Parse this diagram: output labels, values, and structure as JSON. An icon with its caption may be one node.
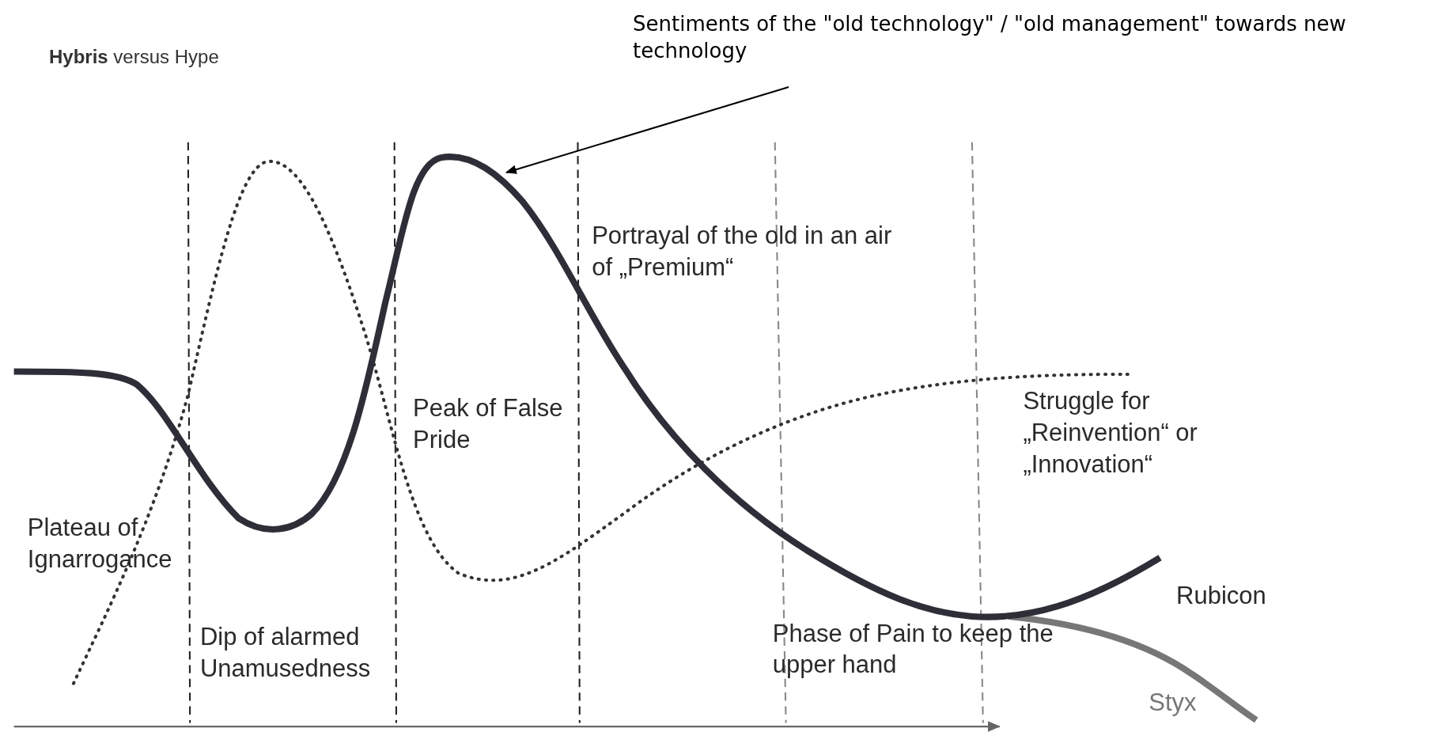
{
  "diagram": {
    "title": "**Hybris** versus Hype",
    "nodes": [
      {
        "text": [
          "Sentiments of the \"old technology\" / \"old management\" towards new technology"
        ]
      },
      {
        "text": [],
        "shape": "curve"
      }
    ],
    "edges": [
      {
        "from": 0,
        "to": 1,
        "arrow": "to"
      }
    ],
    "labels": [
      "Portrayal of the old in an air of „Premium“",
      "Peak of False Pride",
      "Struggle for „Reinvention“ or „Innovation“",
      "Plateau of Ignarrogance",
      "Rubicon",
      "Dip of alarmed Unamusedness",
      "Phase of Pain to keep the upper hand",
      "Styx"
    ]
  }
}
